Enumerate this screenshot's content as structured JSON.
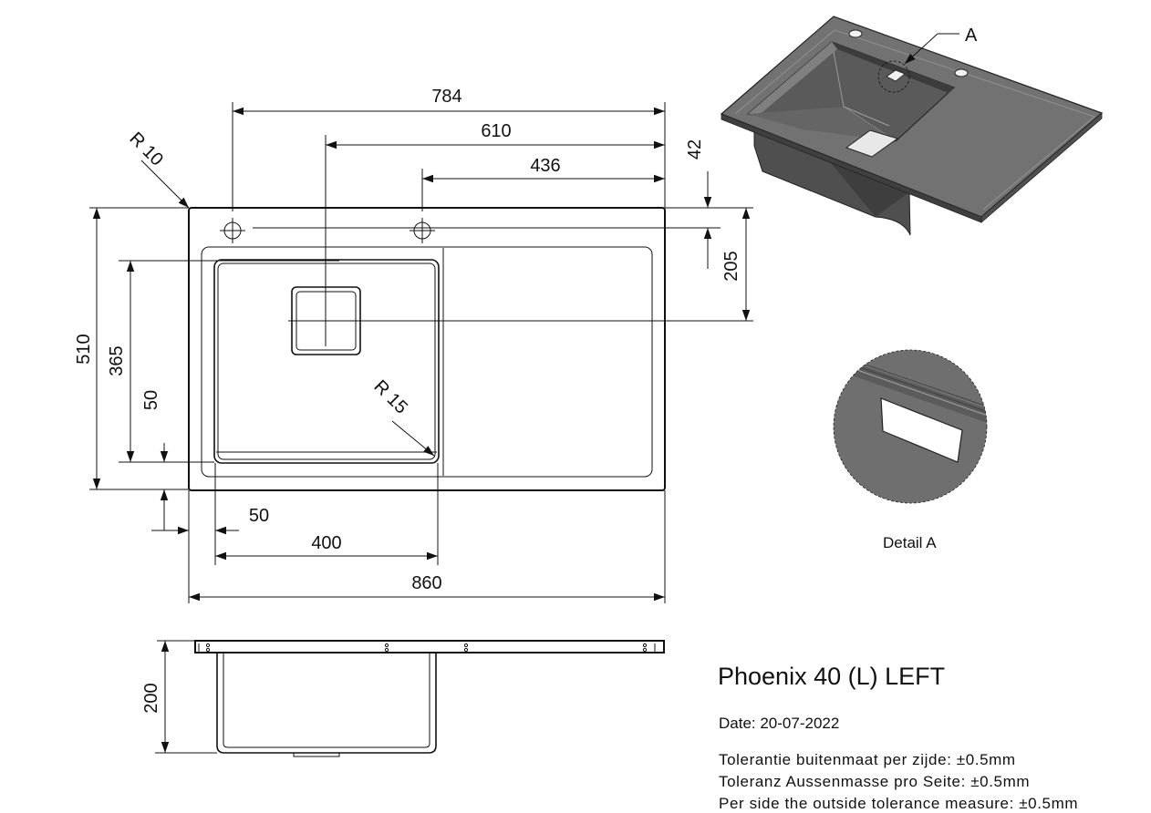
{
  "dimensions": {
    "overall_width": "784",
    "drain_offset": "610",
    "hole_offset": "436",
    "hole_inset": "42",
    "drain_depth": "205",
    "overall_height": "510",
    "bowl_height": "365",
    "bottom_margin": "50",
    "left_margin": "50",
    "bowl_width": "400",
    "total_width": "860",
    "bowl_depth": "200",
    "corner_radius_outer": "R 10",
    "corner_radius_bowl": "R 15"
  },
  "detail_marker": "A",
  "detail_label": "Detail A",
  "title": "Phoenix 40 (L) LEFT",
  "date": "Date: 20-07-2022",
  "tolerances": [
    "Tolerantie buitenmaat per zijde: ±0.5mm",
    "Toleranz Aussenmasse pro Seite: ±0.5mm",
    "Per side the outside tolerance measure: ±0.5mm"
  ],
  "colors": {
    "line": "#111111",
    "sink_steel": "#6f6f6f",
    "sink_dark": "#4d4d4d",
    "sink_light": "#8a8a8a"
  }
}
